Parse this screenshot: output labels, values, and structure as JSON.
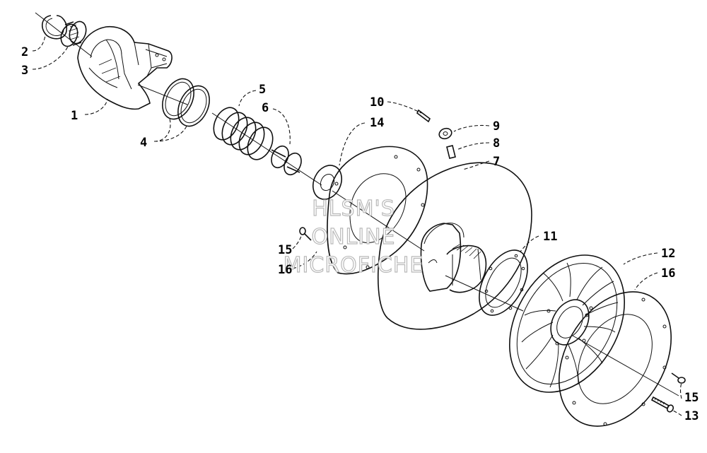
{
  "watermark": {
    "line1": "HLSM'S",
    "line2": "ONLINE",
    "line3": "MICROFICHE"
  },
  "callouts": {
    "c1": "1",
    "c2": "2",
    "c3": "3",
    "c4": "4",
    "c5": "5",
    "c6": "6",
    "c7": "7",
    "c8": "8",
    "c9": "9",
    "c10": "10",
    "c11": "11",
    "c12": "12",
    "c13": "13",
    "c14": "14",
    "c15a": "15",
    "c16a": "16",
    "c15b": "15",
    "c16b": "16"
  }
}
